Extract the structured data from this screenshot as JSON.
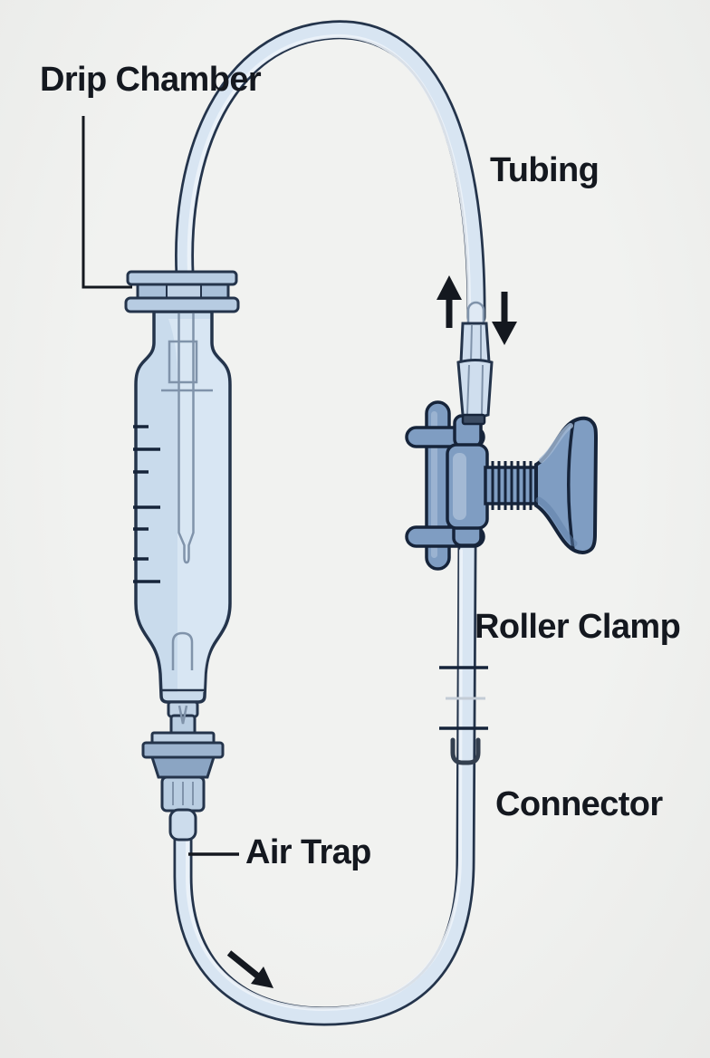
{
  "figure": {
    "type": "labeled-diagram",
    "subject": "IV infusion set with drip chamber, tubing, roller clamp, connector and air trap",
    "labels": {
      "drip_chamber": "Drip Chamber",
      "tubing": "Tubing",
      "roller_clamp": "Roller Clamp",
      "connector": "Connector",
      "air_trap": "Air Trap"
    },
    "icons": {
      "up_arrow": "↑",
      "down_arrow": "↓",
      "flow_arrow": "↘"
    }
  },
  "palette": {
    "bg": "#f1f2f0",
    "ink": "#14181f",
    "line": "#24344b",
    "line_strong": "#16243a",
    "tube": "#d8e5f2",
    "tube_hi": "#edf3fa",
    "chamber": "#c9dbec",
    "chamber_hi": "#dae7f5",
    "cap": "#b7cce2",
    "cap_mid": "#a9c0d9",
    "metal_light": "#c0d2e5",
    "metal_mid": "#9db4cf",
    "metal_dark": "#8ba5c3",
    "metal_fit": "#b9cde1",
    "metal_tip": "#ccdcec",
    "clamp": "#7f9dc2",
    "clamp_hi": "#a3b9d4",
    "clamp_dark": "#5d7ea6",
    "detail": "#8093aa",
    "tick_light": "#c3ccd6",
    "connector_tip": "#3c4c63"
  }
}
